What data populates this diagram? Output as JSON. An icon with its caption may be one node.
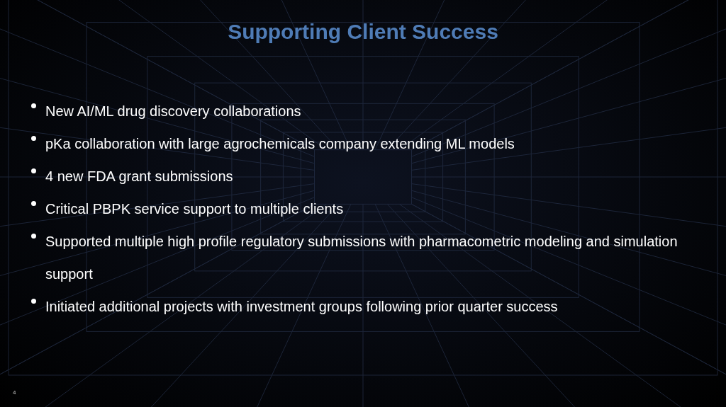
{
  "diagram": {
    "title": "Supporting Client Success",
    "labels": [
      "New AI/ML drug discovery collaborations",
      "pKa collaboration with large agrochemicals company extending ML models",
      "4 new FDA grant submissions",
      "Critical PBPK service support to multiple clients",
      "Supported multiple high profile regulatory submissions with pharmacometric modeling and simulation support",
      "Initiated additional projects with investment groups following prior quarter success",
      "4"
    ]
  }
}
